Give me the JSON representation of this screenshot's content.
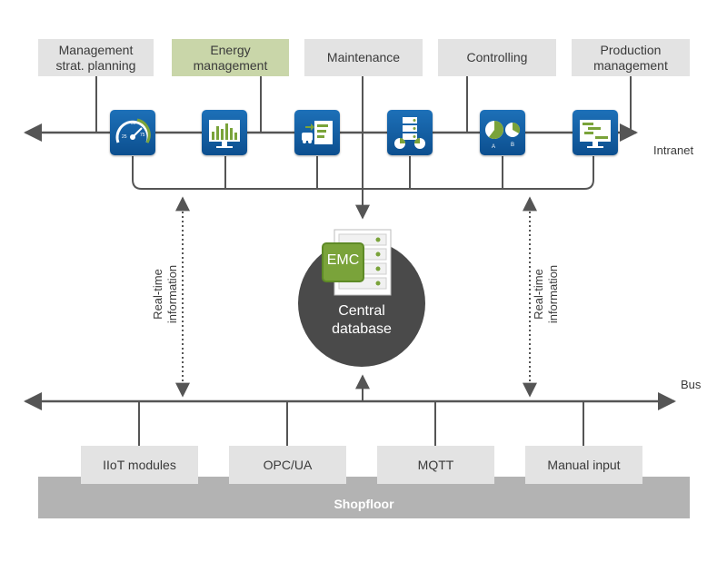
{
  "modules": [
    {
      "label": "Management\nstrat. planning",
      "highlight": false
    },
    {
      "label": "Energy\nmanagement",
      "highlight": true
    },
    {
      "label": "Maintenance",
      "highlight": false
    },
    {
      "label": "Controlling",
      "highlight": false
    },
    {
      "label": "Production\nmanagement",
      "highlight": false
    }
  ],
  "app_icons": [
    "speedometer-icon",
    "bar-chart-monitor-icon",
    "energy-label-icon",
    "server-pie-icon",
    "pie-comparison-icon",
    "gantt-monitor-icon"
  ],
  "intranet_label": "Intranet",
  "bus_label": "Bus",
  "realtime_left": "Real-time\ninformation",
  "realtime_right": "Real-time\ninformation",
  "database": {
    "logo": "EMC",
    "label": "Central\ndatabase"
  },
  "sources": [
    "IIoT modules",
    "OPC/UA",
    "MQTT",
    "Manual input"
  ],
  "shopfloor": "Shopfloor",
  "colors": {
    "line": "#555555",
    "box": "#e3e3e3",
    "highlight": "#c9d6a9",
    "icon_blue": "#1565ad",
    "database": "#4a4a4a",
    "accent_green": "#7aa33a",
    "shopfloor": "#b3b3b3"
  }
}
